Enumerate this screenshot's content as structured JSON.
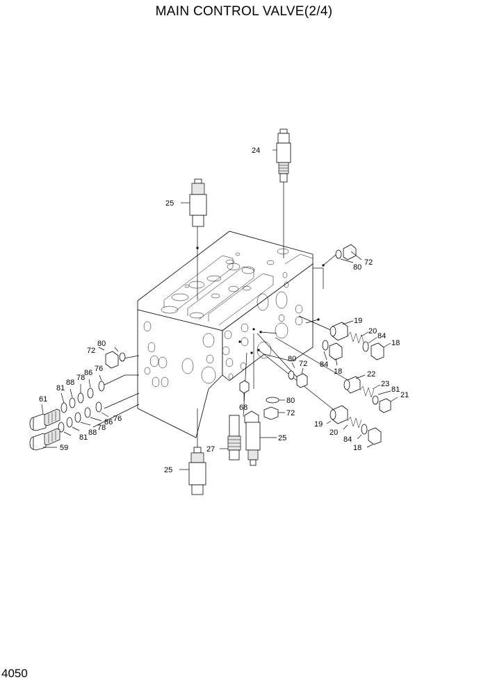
{
  "title": "MAIN CONTROL VALVE(2/4)",
  "page_number": "4050",
  "callouts": [
    {
      "id": "24-top",
      "text": "24"
    },
    {
      "id": "25-top",
      "text": "25"
    },
    {
      "id": "72-top",
      "text": "72"
    },
    {
      "id": "80-top",
      "text": "80"
    },
    {
      "id": "19-a",
      "text": "19"
    },
    {
      "id": "20-a",
      "text": "20"
    },
    {
      "id": "84-a",
      "text": "84"
    },
    {
      "id": "18-a",
      "text": "18"
    },
    {
      "id": "84-b",
      "text": "84"
    },
    {
      "id": "18-b",
      "text": "18"
    },
    {
      "id": "80-b",
      "text": "80"
    },
    {
      "id": "72-b",
      "text": "72"
    },
    {
      "id": "22",
      "text": "22"
    },
    {
      "id": "23",
      "text": "23"
    },
    {
      "id": "81-r",
      "text": "81"
    },
    {
      "id": "21",
      "text": "21"
    },
    {
      "id": "68",
      "text": "68"
    },
    {
      "id": "80-c",
      "text": "80"
    },
    {
      "id": "72-c",
      "text": "72"
    },
    {
      "id": "19-c",
      "text": "19"
    },
    {
      "id": "20-c",
      "text": "20"
    },
    {
      "id": "84-c",
      "text": "84"
    },
    {
      "id": "18-c",
      "text": "18"
    },
    {
      "id": "25-mid",
      "text": "25"
    },
    {
      "id": "27",
      "text": "27"
    },
    {
      "id": "25-bot",
      "text": "25"
    },
    {
      "id": "80-l",
      "text": "80"
    },
    {
      "id": "72-l",
      "text": "72"
    },
    {
      "id": "76-l",
      "text": "76"
    },
    {
      "id": "86-l",
      "text": "86"
    },
    {
      "id": "78-l",
      "text": "78"
    },
    {
      "id": "88-l",
      "text": "88"
    },
    {
      "id": "81-l",
      "text": "81"
    },
    {
      "id": "61",
      "text": "61"
    },
    {
      "id": "76-l2",
      "text": "76"
    },
    {
      "id": "86-l2",
      "text": "86"
    },
    {
      "id": "78-l2",
      "text": "78"
    },
    {
      "id": "88-l2",
      "text": "88"
    },
    {
      "id": "81-l2",
      "text": "81"
    },
    {
      "id": "59",
      "text": "59"
    }
  ]
}
